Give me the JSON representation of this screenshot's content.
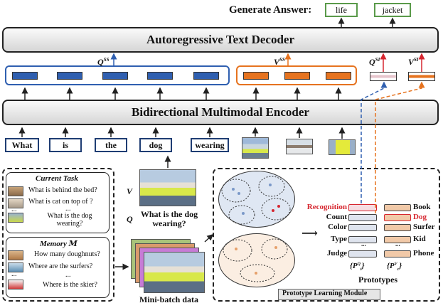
{
  "answer": {
    "label": "Generate Answer:",
    "tokens": [
      "life",
      "jacket"
    ]
  },
  "decoder": {
    "title": "Autoregressive Text Decoder"
  },
  "encoder": {
    "title": "Bidirectional Multimodal Encoder"
  },
  "symbols": {
    "q_ss": "Q",
    "q_ss_sup": "SS",
    "v_ss": "V",
    "v_ss_sup": "SS",
    "q_si": "Q",
    "q_si_sup": "SI",
    "v_si": "V",
    "v_si_sup": "SI",
    "v": "V",
    "q": "Q"
  },
  "question_words": [
    "What",
    "is",
    "the",
    "dog",
    "wearing"
  ],
  "center": {
    "question": "What is the dog wearing?",
    "minibatch": "Mini-batch data"
  },
  "current_task": {
    "title": "Current Task",
    "questions": [
      "What is behind the bed?",
      "What is cat on top of ?",
      "...",
      "What is the dog wearing?"
    ],
    "dots_left": "..."
  },
  "memory": {
    "title": "Memory",
    "symbol": "M",
    "questions": [
      "How many doughnuts?",
      "Where are the surfers?",
      "...",
      "Where is the skier?"
    ],
    "dots_left": "..."
  },
  "prototype": {
    "module_title": "Prototype Learning Module",
    "question_types": [
      "Recognition",
      "Count",
      "Color",
      "Type",
      "Judge"
    ],
    "concepts": [
      "Book",
      "Dog",
      "Surfer",
      "Kid",
      "Phone"
    ],
    "dots": "...",
    "set_q": "{P",
    "set_v": "{P",
    "caption": "Prototypes"
  },
  "colors": {
    "accent_blue": "#2f5fb0",
    "accent_orange": "#e6731f",
    "highlight_red": "#d6262f",
    "answer_green": "#5a9a4a"
  }
}
